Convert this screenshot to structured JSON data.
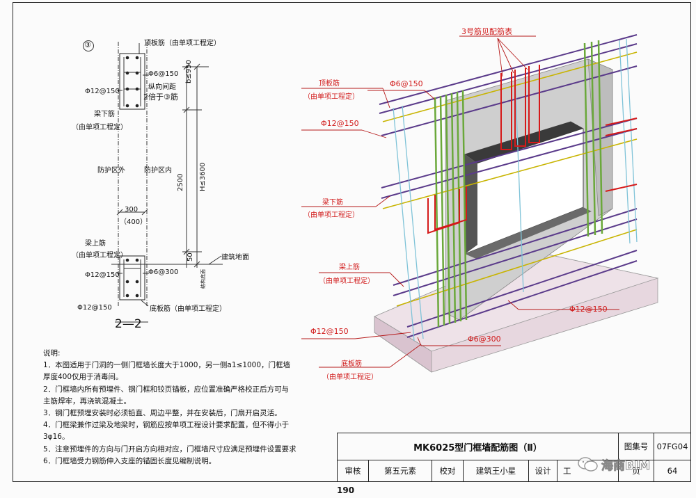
{
  "section": {
    "circle_label": "③",
    "top_slab_rebar": "顶板筋（由单项工程定）",
    "phi6_150": "Φ6@150",
    "longitudinal_spacing": "纵向间距",
    "double_of_3": "2倍于③筋",
    "phi12_150_upper": "Φ12@150",
    "beam_lower_rebar": "梁下筋",
    "determined_by_project": "（由单项工程定）",
    "outside_zone": "防护区外",
    "inside_zone": "防护区内",
    "dim_b950": "b≤950",
    "dim_2500": "2500",
    "dim_h3600": "H≤3600",
    "dim_300": "300",
    "dim_400": "（400）",
    "beam_upper_rebar": "梁上筋",
    "determined_by_project_2": "（由单项工程定）",
    "phi12_150_lower": "Φ12@150",
    "phi6_300": "Φ6@300",
    "dim_50": "50",
    "building_floor": "建筑地面",
    "structure_floor": "结构底面",
    "phi12_150_bottom": "Φ12@150",
    "bottom_slab_rebar": "底板筋（由单项工程定）",
    "section_title": "2—2"
  },
  "iso": {
    "no3_rebar": "3号筋见配筋表",
    "top_slab": "顶板筋",
    "top_slab_note": "（由单项工程定）",
    "phi6_150": "Φ6@150",
    "phi12_150_a": "Φ12@150",
    "beam_lower": "梁下筋",
    "beam_lower_note": "（由单项工程定）",
    "beam_upper": "梁上筋",
    "beam_upper_note": "（由单项工程定）",
    "phi12_150_b": "Φ12@150",
    "phi12_150_c": "Φ12@150",
    "phi6_300": "Φ6@300",
    "bottom_slab": "底板筋",
    "bottom_slab_note": "（由单项工程定）"
  },
  "notes": {
    "heading": "说明:",
    "lines": [
      "1．本图适用于门洞的一侧门框墙长度大于1000，另一侧a1≤1000，门框墙",
      "厚度400仅用于消毒间。",
      "2．门框墙内所有预埋件、钢门框和铰页锚板，应位置准确严格校正后方可与",
      "主筋焊牢，再浇筑混凝土。",
      "3．钢门框预埋安装时必须铅直、周边平整，并在安装后，门扇开启灵活。",
      "4．门框梁兼作过梁及地梁时，钢筋应按单项工程设计要求配置，但不得小于",
      "3φ16。",
      "5．注意预埋件的方向与门开启方向相对应，门框墙尺寸应满足预埋件设置要求",
      "6．门框墙受力钢筋伸入支座的锚固长度见编制说明。"
    ]
  },
  "titleblock": {
    "drawing_title": "MK6025型门框墙配筋图（Ⅱ）",
    "atlas_label": "图集号",
    "atlas_no": "07FG04",
    "review": "审核",
    "reviewer": "第五元素",
    "check": "校对",
    "checker": "建筑王小星",
    "design": "设计",
    "designer": "工",
    "page_label": "页",
    "page_no": "64"
  },
  "page_number": "190",
  "watermark": "海商BIM"
}
